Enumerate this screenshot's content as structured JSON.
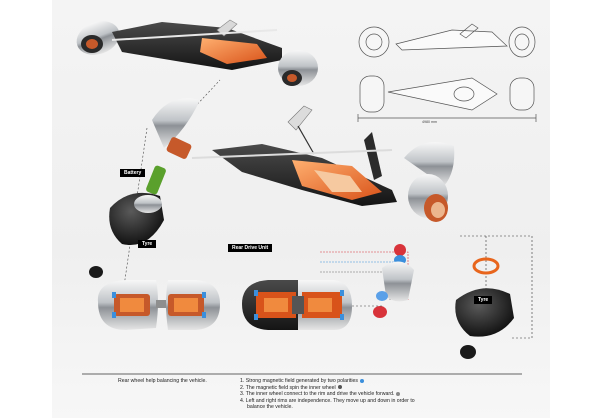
{
  "labels": {
    "battery": "Battery",
    "tyre_left": "Tyre",
    "tyre_right": "Tyre",
    "rear_drive_unit": "Rear Drive Unit"
  },
  "drawing": {
    "dimension": "4980 mm"
  },
  "captions": {
    "rear_wheel": "Rear wheel help balancing the vehicle."
  },
  "notes": [
    {
      "n": "1.",
      "text": "Strong magnetic field generated by two polarities"
    },
    {
      "n": "2.",
      "text": "The magnetic field spin the inner wheel"
    },
    {
      "n": "3.",
      "text": "The inner wheel connect to the rim and drive the vehicle forward."
    },
    {
      "n": "4.",
      "text": "Left and right rims are independence. They move up and down in order to"
    },
    {
      "n": "",
      "text": "balance the vehicle."
    }
  ],
  "colors": {
    "accent_orange": "#e8651c",
    "copper": "#c6592a",
    "chassis": "#2b2b2b",
    "chrome": "#c9ccd0",
    "battery_green": "#5aa02c",
    "polarity_blue": "#3b8fdc",
    "polarity_red": "#d8333a"
  }
}
